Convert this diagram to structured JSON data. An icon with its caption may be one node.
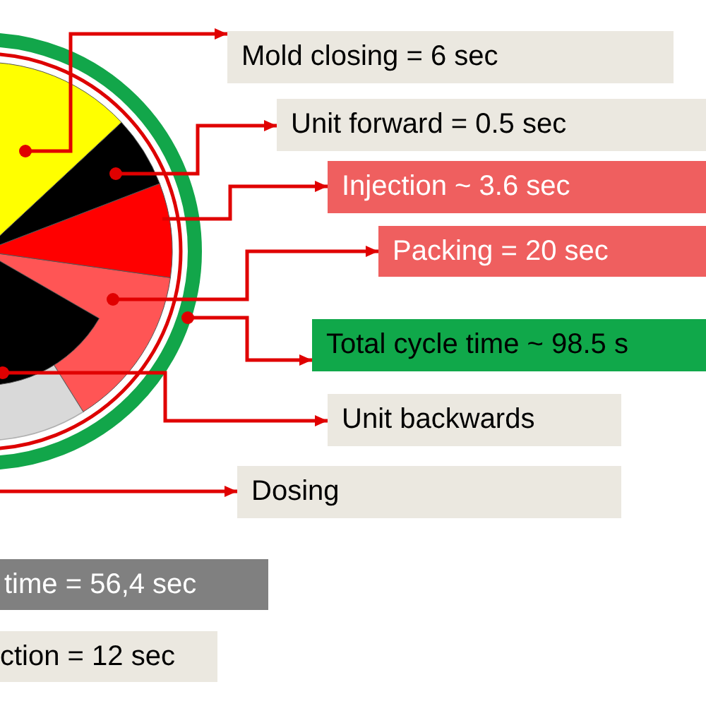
{
  "diagram": {
    "nodes": [
      {
        "text": [
          "Mold closing = 6 sec"
        ]
      },
      {
        "text": [
          "Unit forward = 0.5 sec"
        ]
      },
      {
        "text": [
          "Injection ~ 3.6 sec"
        ]
      },
      {
        "text": [
          "Packing = 20 sec"
        ]
      },
      {
        "text": [
          "Total cycle time ~ 98.5 s"
        ]
      },
      {
        "text": [
          "Unit backwards"
        ]
      },
      {
        "text": [
          "Dosing"
        ]
      },
      {
        "text": [
          "time = 56,4 sec"
        ]
      },
      {
        "text": [
          "ction = 12 sec"
        ]
      },
      {
        "text": [],
        "shape": "wedge",
        "in": 13
      },
      {
        "text": [],
        "shape": "wedge",
        "in": 13
      },
      {
        "text": [],
        "shape": "wedge",
        "in": 13
      },
      {
        "text": [],
        "shape": "wedge",
        "in": 13
      },
      {
        "text": [],
        "shape": "ring"
      },
      {
        "text": [],
        "shape": "wedge",
        "in": 13
      }
    ],
    "edges": [
      {
        "from": 9,
        "to": 0,
        "arrow": "to"
      },
      {
        "from": 10,
        "to": 1,
        "arrow": "to"
      },
      {
        "from": 11,
        "to": 2,
        "arrow": "to"
      },
      {
        "from": 12,
        "to": 3,
        "arrow": "to"
      },
      {
        "from": 13,
        "to": 4,
        "arrow": "to"
      },
      {
        "from": 14,
        "to": 5,
        "arrow": "to"
      },
      {
        "from": null,
        "to": 6,
        "arrow": "to"
      }
    ]
  }
}
